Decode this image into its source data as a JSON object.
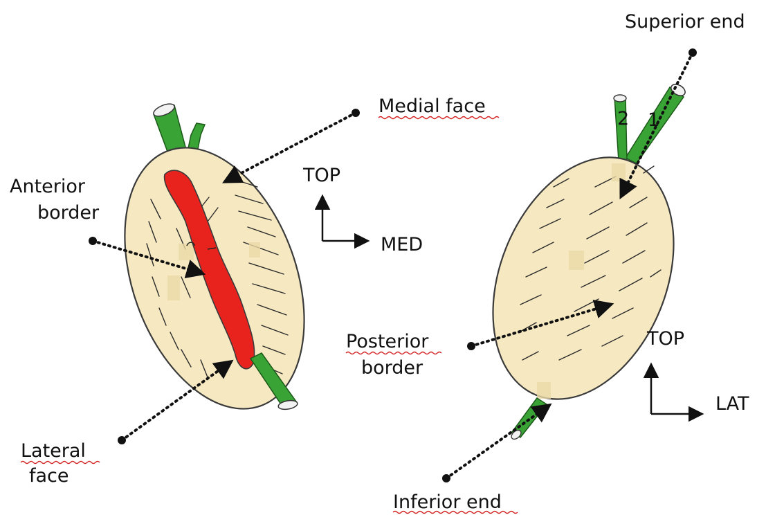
{
  "labels": {
    "anterior_border_line1": "Anterior",
    "anterior_border_line2": "border",
    "medial_face": "Medial face",
    "lateral_face_line1": "Lateral",
    "lateral_face_line2": "face",
    "superior_end": "Superior end",
    "posterior_border_line1": "Posterior",
    "posterior_border_line2": "border",
    "inferior_end": "Inferior end",
    "vessel_1": "1",
    "vessel_2": "2"
  },
  "orientation_left": {
    "vertical": "TOP",
    "horizontal": "MED"
  },
  "orientation_right": {
    "vertical": "TOP",
    "horizontal": "LAT"
  },
  "colors": {
    "organ_fill": "#f6e9c2",
    "organ_outline": "#3a3a3a",
    "vessel_green": "#3aa335",
    "vessel_red": "#e8231d",
    "label_underline": "#d42020"
  }
}
